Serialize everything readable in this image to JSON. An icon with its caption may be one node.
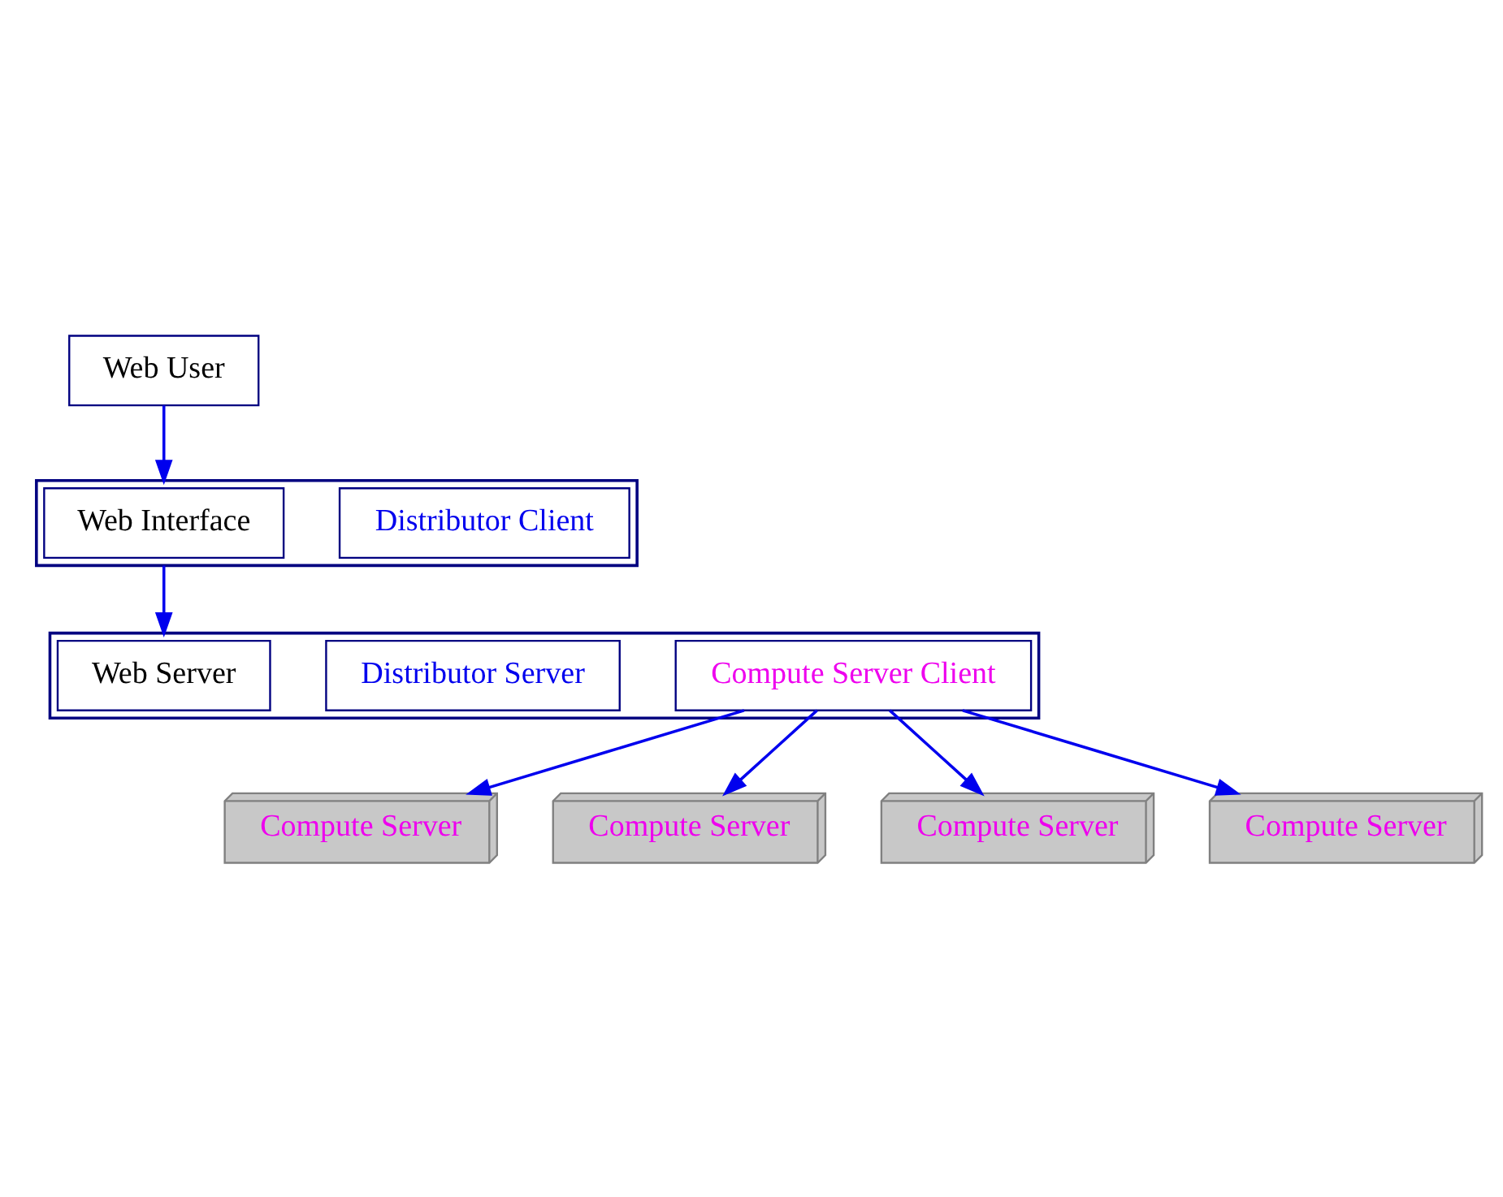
{
  "diagram": {
    "nodes": [
      {
        "text": [
          "Web User"
        ]
      },
      {
        "text": [],
        "shape": "box"
      },
      {
        "text": [
          "Web Interface"
        ],
        "in": 1
      },
      {
        "text": [
          "Distributor Client"
        ],
        "in": 1
      },
      {
        "text": [],
        "shape": "box"
      },
      {
        "text": [
          "Web Server"
        ],
        "in": 4
      },
      {
        "text": [
          "Distributor Server"
        ],
        "in": 4
      },
      {
        "text": [
          "Compute Server Client"
        ],
        "in": 4
      },
      {
        "text": [
          "Compute Server"
        ]
      },
      {
        "text": [
          "Compute Server"
        ]
      },
      {
        "text": [
          "Compute Server"
        ]
      },
      {
        "text": [
          "Compute Server"
        ]
      }
    ],
    "edges": [
      {
        "from": 0,
        "to": 1,
        "arrow": "to"
      },
      {
        "from": 1,
        "to": 4,
        "arrow": "to"
      },
      {
        "from": 7,
        "to": 8,
        "arrow": "to"
      },
      {
        "from": 7,
        "to": 9,
        "arrow": "to"
      },
      {
        "from": 7,
        "to": 10,
        "arrow": "to"
      },
      {
        "from": 7,
        "to": 11,
        "arrow": "to"
      }
    ]
  }
}
